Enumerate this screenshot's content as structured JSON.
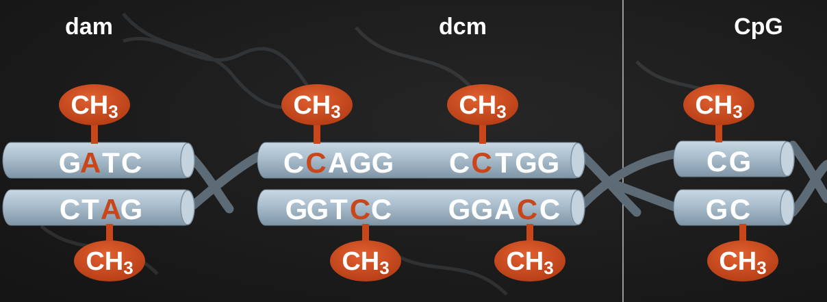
{
  "colors": {
    "background": "#1b1b1b",
    "tube": "#a9bdcc",
    "methyl": "#c8461a",
    "methyl_text": "#ffffff",
    "highlight_base": "#c8461a",
    "base_text": "#ffffff",
    "helix": "#5d6b76",
    "divider": "#9a9a9a",
    "header_text": "#ffffff"
  },
  "headers": {
    "dam": "dam",
    "dcm": "dcm",
    "cpg": "CpG"
  },
  "methyl_label": {
    "main": "CH",
    "sub": "3"
  },
  "sequences": {
    "dam_top": [
      "G",
      "A",
      "T",
      "C"
    ],
    "dam_bottom": [
      "C",
      "T",
      "A",
      "G"
    ],
    "dcm1_top": [
      "C",
      "C",
      "A",
      "G",
      "G"
    ],
    "dcm1_bottom": [
      "G",
      "G",
      "T",
      "C",
      "C"
    ],
    "dcm2_top": [
      "C",
      "C",
      "T",
      "G",
      "G"
    ],
    "dcm2_bottom": [
      "G",
      "G",
      "A",
      "C",
      "C"
    ],
    "cpg_top": [
      "C",
      "G"
    ],
    "cpg_bottom": [
      "G",
      "C"
    ]
  },
  "methylated_index": {
    "dam_top": 1,
    "dam_bottom": 2,
    "dcm1_top": 1,
    "dcm1_bottom": 3,
    "dcm2_top": 1,
    "dcm2_bottom": 3,
    "cpg_top": -1,
    "cpg_bottom": -1
  }
}
